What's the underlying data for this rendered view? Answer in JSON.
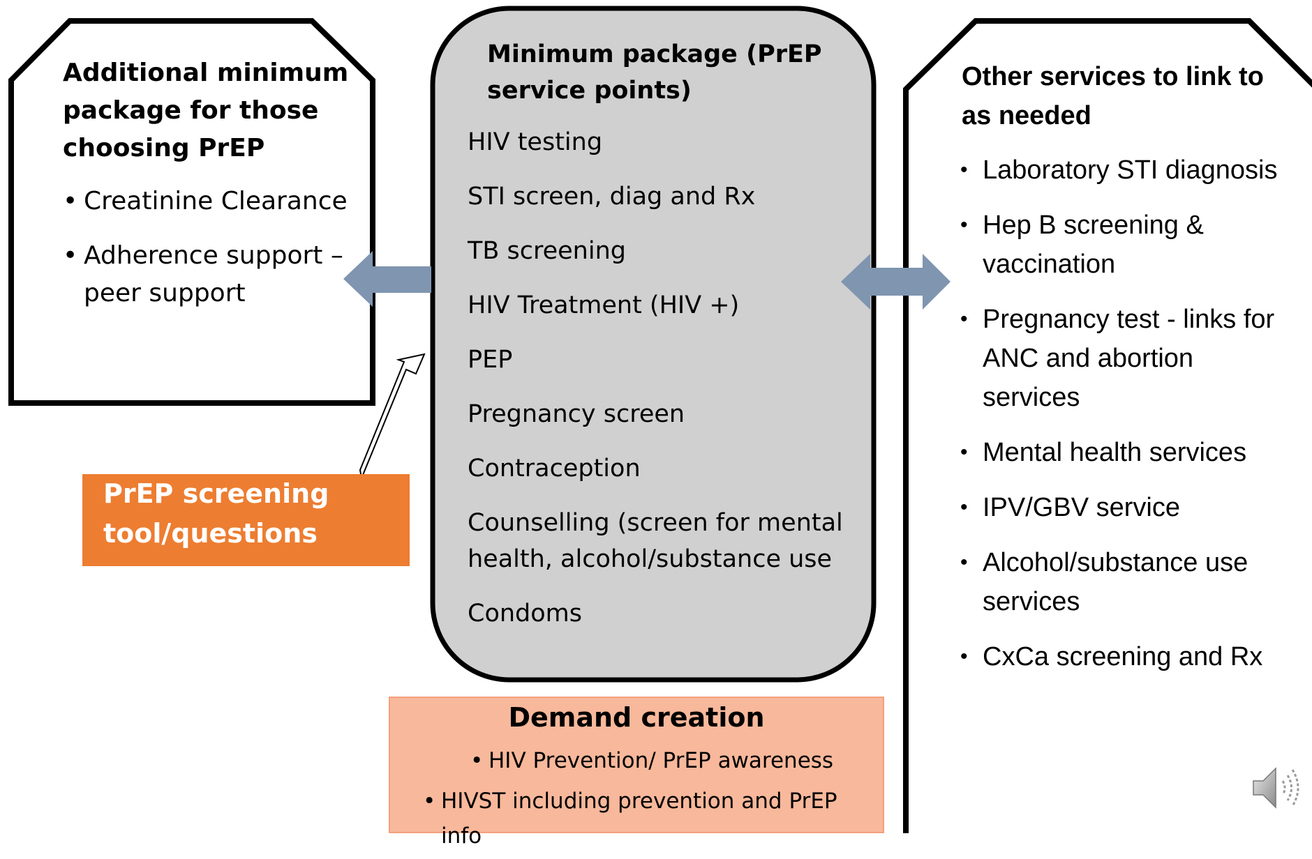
{
  "left_box": {
    "title": "Additional minimum package for those choosing PrEP",
    "items": [
      "Creatinine Clearance",
      "Adherence support – peer support"
    ]
  },
  "center_box": {
    "title": "Minimum package (PrEP service points)",
    "items": [
      "HIV testing",
      "STI screen, diag and Rx",
      "TB screening",
      "HIV Treatment (HIV +)",
      "PEP",
      "Pregnancy screen",
      "Contraception",
      "Counselling (screen for mental health, alcohol/substance use",
      "Condoms"
    ]
  },
  "right_box": {
    "title": "Other services to link to as needed",
    "items": [
      "Laboratory STI diagnosis",
      "Hep B screening & vaccination",
      "Pregnancy test - links for ANC and abortion services",
      "Mental health services",
      "IPV/GBV service",
      "Alcohol/substance use services",
      " CxCa screening and Rx"
    ]
  },
  "screening_box": {
    "text": "PrEP screening tool/questions"
  },
  "demand_box": {
    "title": "Demand creation",
    "items": [
      "HIV Prevention/ PrEP awareness",
      "HIVST including prevention and PrEP info"
    ]
  },
  "colors": {
    "center_fill": "#d0d0d0",
    "arrow_fill": "#7f95b0",
    "screening_fill": "#ed7d31",
    "demand_fill": "#f8b89b"
  },
  "icons": {
    "speaker": "speaker-volume-icon"
  }
}
